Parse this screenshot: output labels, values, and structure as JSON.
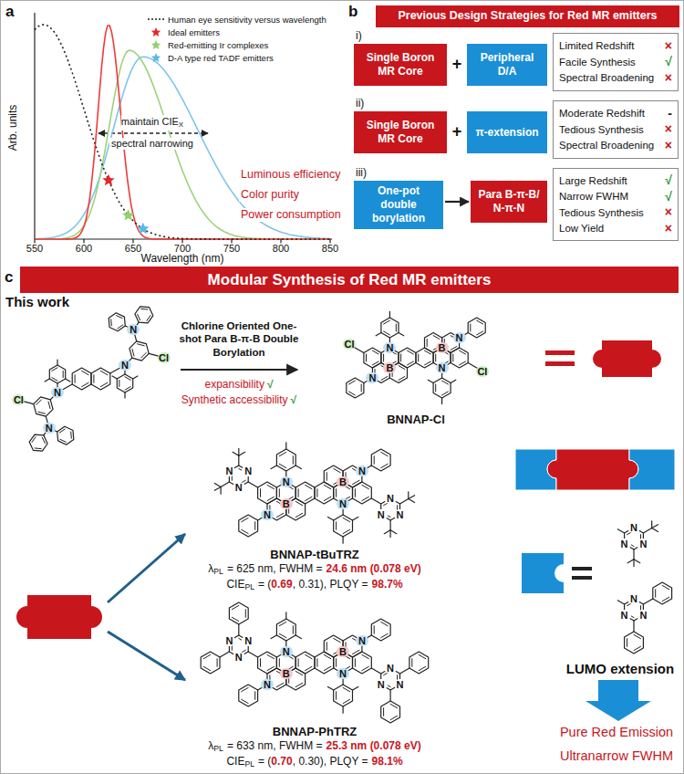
{
  "diagram": {
    "nodes": [
      {
        "text": [
          "Previous Design Strategies for Red MR emitters"
        ]
      },
      {
        "text": [
          "Single Boron MR Core"
        ]
      },
      {
        "text": [
          "Peripheral D/A"
        ]
      },
      {
        "text": [
          "Limited Redshift",
          "×",
          "Facile Synthesis",
          "√",
          "Spectral Broadening",
          "×"
        ]
      },
      {
        "text": [
          "Single Boron MR Core"
        ]
      },
      {
        "text": [
          "π-extension"
        ]
      },
      {
        "text": [
          "Moderate Redshift",
          "-",
          "Tedious Synthesis",
          "×",
          "Spectral Broadening",
          "×"
        ]
      },
      {
        "text": [
          "One-pot double borylation"
        ]
      },
      {
        "text": [
          "Para B-π-B/ N-π-N"
        ]
      },
      {
        "text": [
          "Large Redshift",
          "√",
          "Narrow FWHM",
          "√",
          "Tedious Synthesis",
          "×",
          "Low Yield",
          "×"
        ]
      },
      {
        "text": [
          "Modular Synthesis of Red MR emitters"
        ]
      }
    ],
    "edges": [
      {
        "from": 7,
        "to": 8,
        "arrow": "to"
      }
    ],
    "labels": [
      "a",
      "Arb. units",
      "Wavelength (nm)",
      "550",
      "600",
      "650",
      "700",
      "750",
      "800",
      "850",
      "maintain CIE",
      "X",
      "spectral narrowing",
      "Luminous efficiency",
      "Color purity",
      "Power consumption",
      "b",
      "i)",
      "+",
      "ii)",
      "+",
      "iii)",
      "c",
      "This work",
      "Chlorine Oriented One-shot Para B-π-B Double Borylation",
      "expansibility",
      "√",
      "Synthetic accessibility",
      "√",
      "BNNAP-Cl",
      "BNNAP-tBuTRZ",
      "λ",
      "PL",
      "= 625 nm, FWHM =",
      "24.6 nm (0.078 eV)",
      "CIE",
      "PL",
      "= (",
      "0.69",
      ", 0.31), PLQY =",
      "98.7%",
      "BNNAP-PhTRZ",
      "λ",
      "PL",
      "= 633 nm, FWHM =",
      "25.3 nm (0.078 eV)",
      "CIE",
      "PL",
      "= (",
      "0.70",
      ", 0.30), PLQY =",
      "98.1%",
      "LUMO extension",
      "Pure Red Emission",
      "Ultranarrow FWHM",
      "N",
      "N",
      "Cl",
      "N",
      "N",
      "Cl",
      "N",
      "B",
      "N",
      "Cl",
      "N",
      "B",
      "N",
      "Cl",
      "N",
      "B",
      "N",
      "N",
      "N",
      "N",
      "N",
      "B",
      "N",
      "N",
      "N",
      "N",
      "N",
      "B",
      "N",
      "N",
      "N",
      "N",
      "N",
      "B",
      "N",
      "N",
      "N",
      "N",
      "N",
      "N",
      "N",
      "N",
      "N",
      "N"
    ],
    "legend": [
      {
        "text": "Human eye sensitivity versus wavelength"
      },
      {
        "text": "Ideal emitters"
      },
      {
        "text": "Red-emitting Ir complexes"
      },
      {
        "text": "D-A type red TADF emitters"
      }
    ]
  }
}
